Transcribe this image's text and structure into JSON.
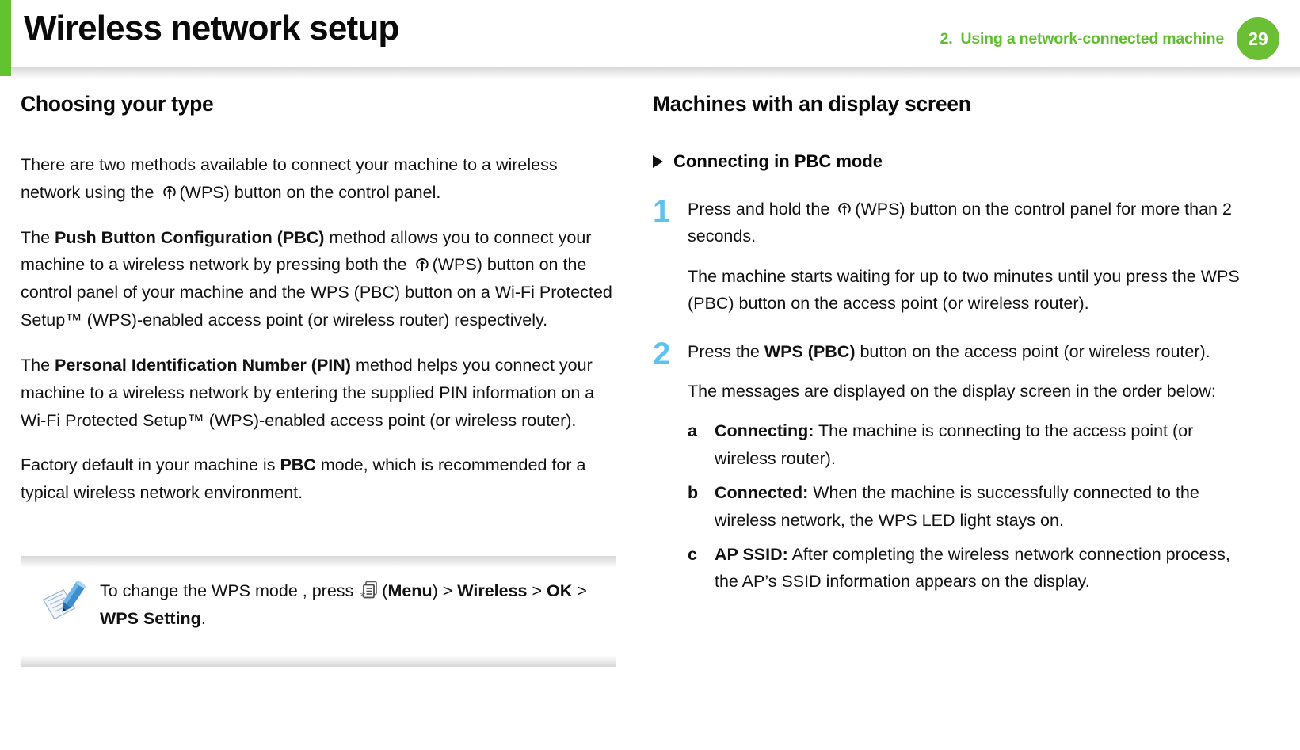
{
  "header": {
    "title": "Wireless network setup",
    "chapter_number": "2.",
    "chapter_title": "Using a network-connected machine",
    "page_number": "29",
    "accent_green": "#6abf35",
    "accent_blue": "#5bc3ec"
  },
  "left_column": {
    "section_title": "Choosing your type",
    "paragraphs": {
      "intro_a": "There are two methods available to connect your machine to a wireless network using the",
      "intro_b": "(WPS) button on the control panel.",
      "pbc_lead": "The",
      "pbc_bold": "Push Button Configuration (PBC)",
      "pbc_a": "method allows you to connect your machine to a wireless network by pressing both the",
      "pbc_b": "(WPS) button on the control panel of your machine and the WPS (PBC) button on a Wi-Fi Protected Setup™ (WPS)-enabled access point (or wireless router) respectively.",
      "pin_lead": "The",
      "pin_bold": "Personal Identification Number (PIN)",
      "pin_a": "method helps you connect your machine to a wireless network by entering the supplied PIN information on a Wi-Fi Protected Setup™ (WPS)-enabled access point (or wireless router).",
      "factory_a": "Factory default in your machine is",
      "factory_bold": "PBC",
      "factory_b": "mode, which is recommended for a typical wireless network environment."
    },
    "note": {
      "icon": "note-pencil-icon",
      "text_a": "To change  the WPS mode , press",
      "menu_icon": "menu-icon",
      "text_b": "(",
      "menu_bold": "Menu",
      "text_c": ") >",
      "wireless_bold": "Wireless",
      "sep1": ">",
      "ok_bold": "OK",
      "sep2": ">",
      "wps_setting_bold": "WPS Setting",
      "text_end": "."
    }
  },
  "right_column": {
    "section_title": "Machines with an display screen",
    "sub_head": "Connecting in PBC mode",
    "steps": [
      {
        "number": "1",
        "main_a": "Press and hold the",
        "main_b": "(WPS) button on the control panel for more than 2 seconds.",
        "extra": "The machine starts waiting for up to two minutes until you press the WPS (PBC) button on the access point (or wireless router)."
      },
      {
        "number": "2",
        "main_a": "Press the",
        "main_bold": "WPS (PBC)",
        "main_b": "button on the access point (or wireless router).",
        "extra": "The messages are displayed on the display screen in the order below:",
        "items": [
          {
            "marker": "a",
            "bold": "Connecting:",
            "text": "The machine is connecting to the access point (or wireless router)."
          },
          {
            "marker": "b",
            "bold": "Connected:",
            "text": "When the machine is successfully connected to the wireless network, the WPS LED light stays on."
          },
          {
            "marker": "c",
            "bold": "AP SSID:",
            "text": "After completing the wireless network connection process, the AP’s SSID information appears on the display."
          }
        ]
      }
    ]
  }
}
